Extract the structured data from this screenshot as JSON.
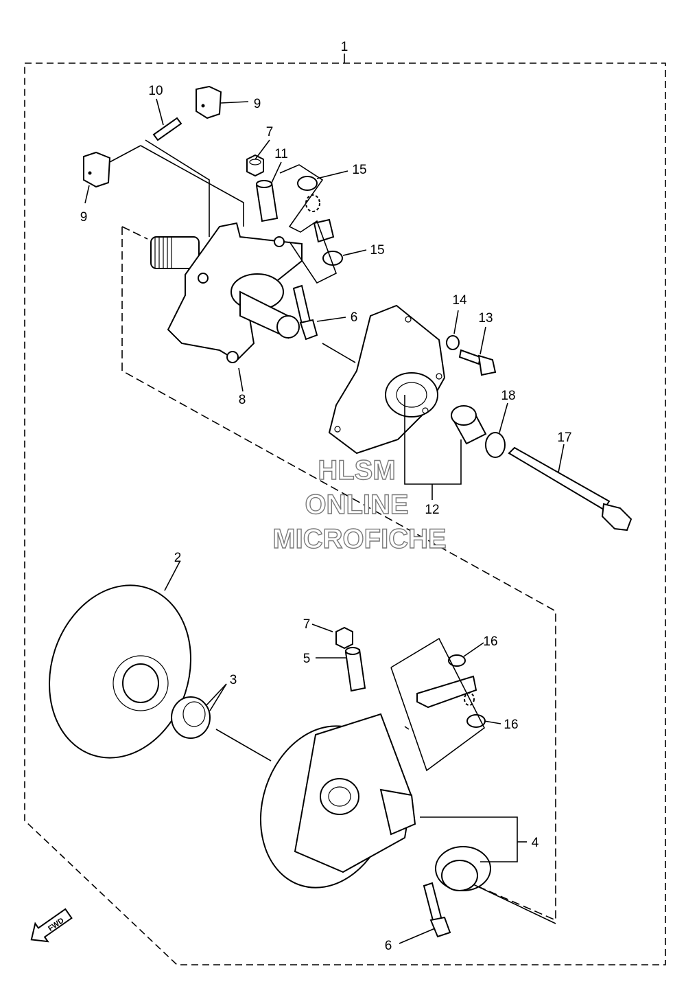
{
  "callouts": {
    "c1": "1",
    "c2": "2",
    "c3": "3",
    "c4": "4",
    "c5": "5",
    "c6a": "6",
    "c6b": "6",
    "c7a": "7",
    "c7b": "7",
    "c8": "8",
    "c9a": "9",
    "c9b": "9",
    "c10": "10",
    "c11": "11",
    "c12": "12",
    "c13": "13",
    "c14": "14",
    "c15a": "15",
    "c15b": "15",
    "c16a": "16",
    "c16b": "16",
    "c17": "17",
    "c18": "18"
  },
  "watermark": {
    "line1": "HLSM",
    "line2": "ONLINE",
    "line3": "MICROFICHE"
  },
  "badge": {
    "fwd": "FWD"
  },
  "colors": {
    "ink": "#000000",
    "watermark": "#7a7a7a",
    "background": "#ffffff"
  }
}
